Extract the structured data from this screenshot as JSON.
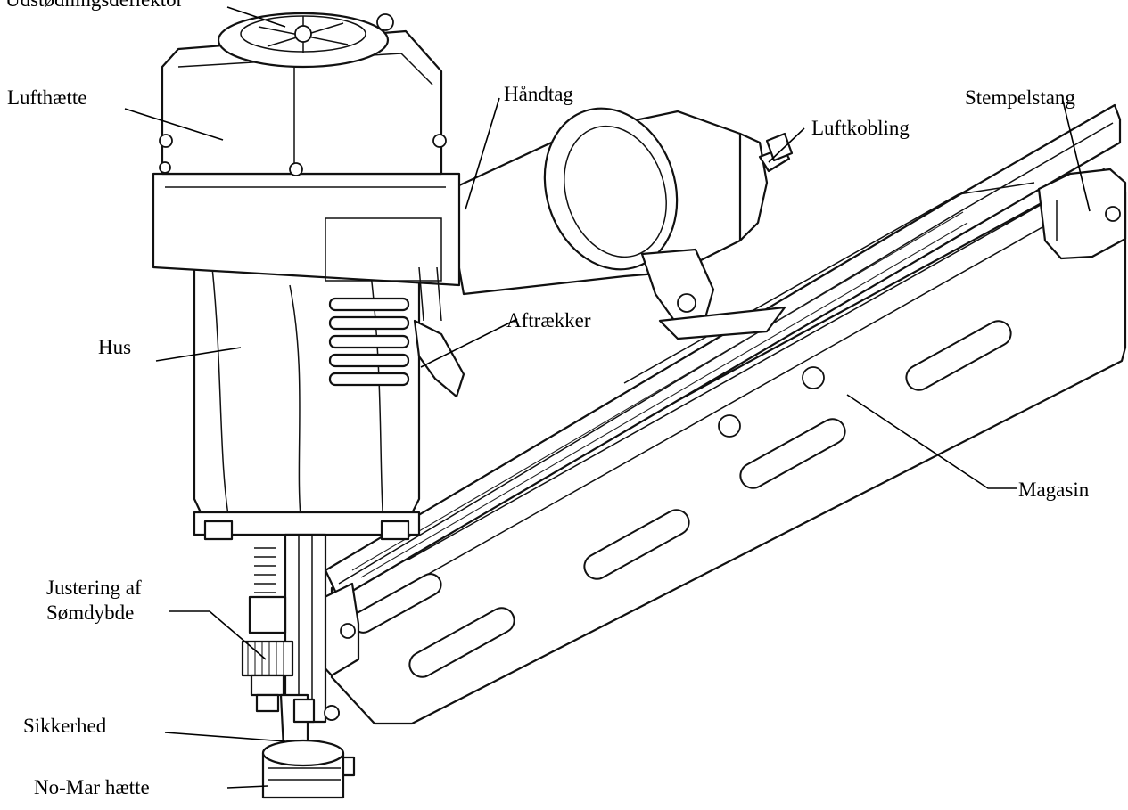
{
  "colors": {
    "line": "#111111",
    "background": "#ffffff"
  },
  "labels": {
    "exhaust_deflector": "Udstødningsdeflektor",
    "air_cap": "Lufthætte",
    "handle": "Håndtag",
    "air_fitting": "Luftkobling",
    "piston_rod": "Stempelstang",
    "housing": "Hus",
    "trigger": "Aftrækker",
    "magazine": "Magasin",
    "depth_adjust_line1": "Justering af",
    "depth_adjust_line2": "Sømdybde",
    "safety": "Sikkerhed",
    "no_mar_cap": "No-Mar hætte"
  }
}
